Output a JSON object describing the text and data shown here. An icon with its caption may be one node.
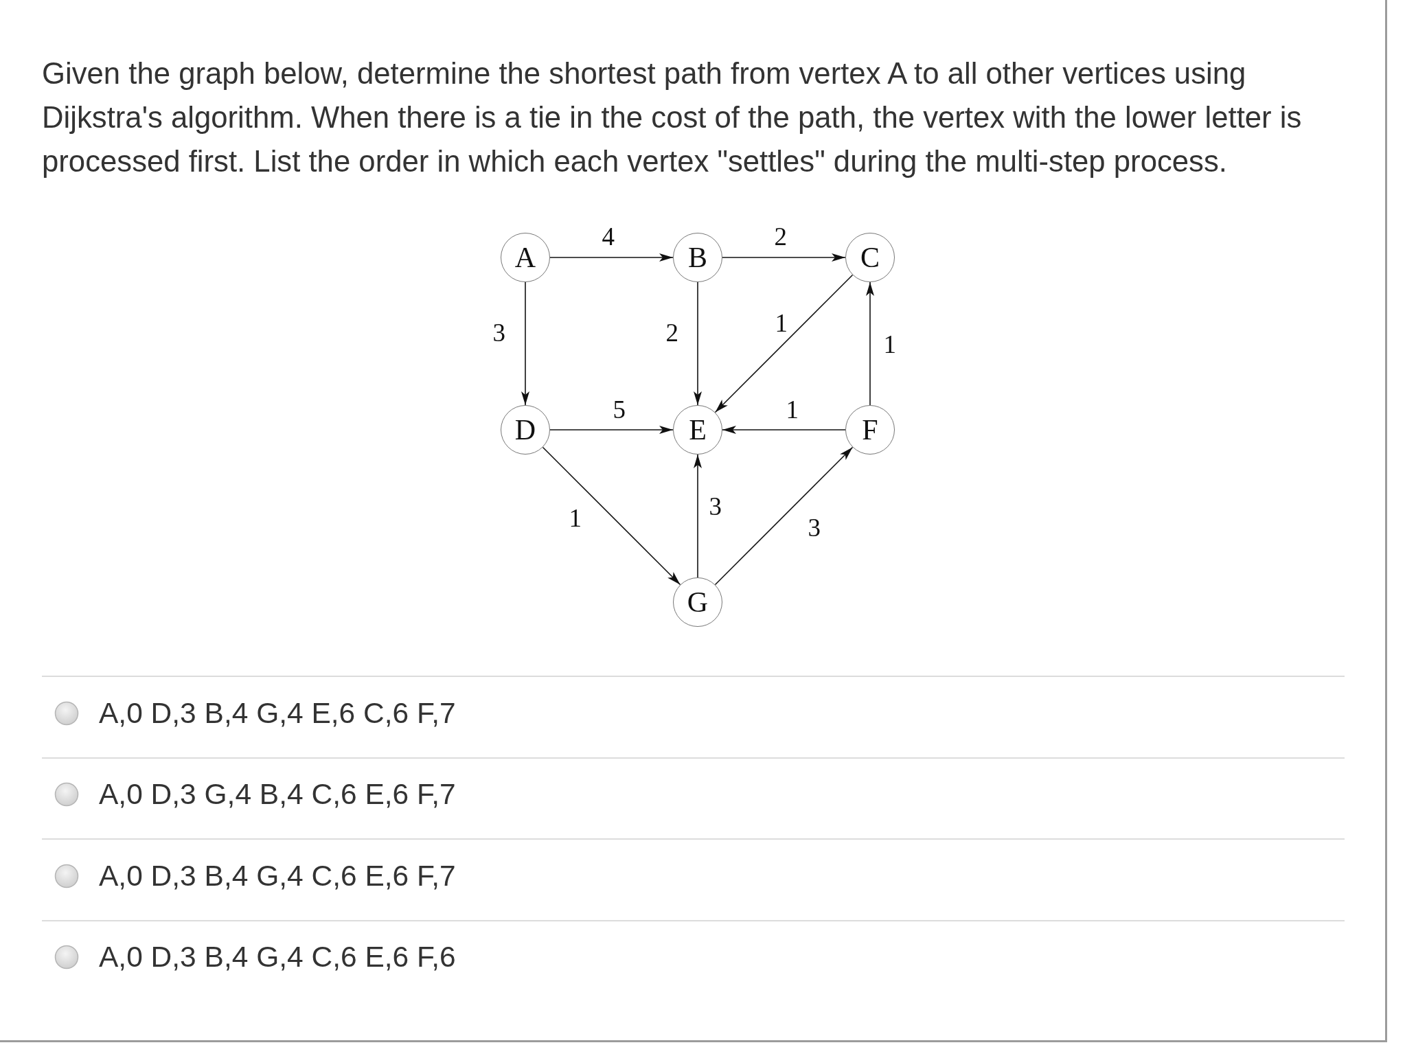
{
  "diagram": {
    "title": "Given the graph below, determine the shortest path from vertex A to all other vertices using Dijkstra's algorithm. When there is a tie in the cost of the path, the vertex with the lower letter is processed first. List the order in which each vertex \"settles\" during the multi-step process.",
    "nodes": [
      {
        "text": [
          "A"
        ]
      },
      {
        "text": [
          "B"
        ]
      },
      {
        "text": [
          "C"
        ]
      },
      {
        "text": [
          "D"
        ]
      },
      {
        "text": [
          "E"
        ]
      },
      {
        "text": [
          "F"
        ]
      },
      {
        "text": [
          "G"
        ]
      }
    ],
    "edges": [
      {
        "from": 0,
        "to": 1,
        "arrow": "to",
        "label": "4"
      },
      {
        "from": 1,
        "to": 2,
        "arrow": "to",
        "label": "2"
      },
      {
        "from": 0,
        "to": 3,
        "arrow": "to",
        "label": "3"
      },
      {
        "from": 1,
        "to": 4,
        "arrow": "to",
        "label": "2"
      },
      {
        "from": 2,
        "to": 4,
        "arrow": "to",
        "label": "1"
      },
      {
        "from": 5,
        "to": 2,
        "arrow": "to",
        "label": "1"
      },
      {
        "from": 3,
        "to": 4,
        "arrow": "to",
        "label": "5"
      },
      {
        "from": 5,
        "to": 4,
        "arrow": "to",
        "label": "1"
      },
      {
        "from": 3,
        "to": 6,
        "arrow": "to",
        "label": "1"
      },
      {
        "from": 6,
        "to": 4,
        "arrow": "to",
        "label": "3"
      },
      {
        "from": 6,
        "to": 5,
        "arrow": "to",
        "label": "3"
      }
    ],
    "labels": [
      "A,0 D,3 B,4 G,4 E,6 C,6 F,7",
      "A,0 D,3 G,4 B,4 C,6 E,6 F,7",
      "A,0 D,3 B,4 G,4 C,6 E,6 F,7",
      "A,0 D,3 B,4 G,4 C,6 E,6 F,6"
    ]
  }
}
